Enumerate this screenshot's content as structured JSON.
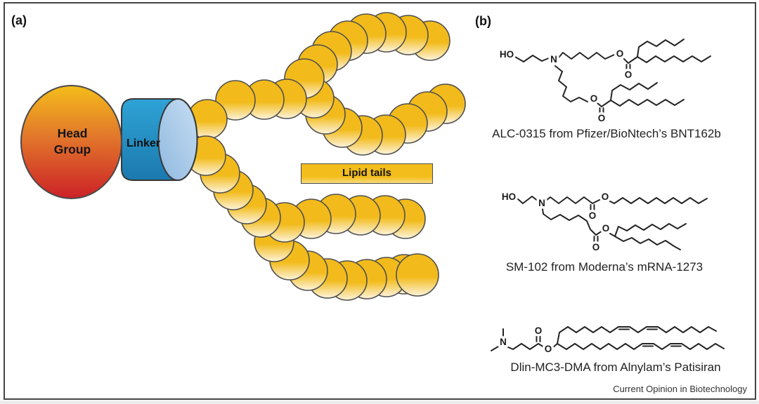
{
  "figure": {
    "panel_a": {
      "label": "(a)",
      "head_group_line1": "Head",
      "head_group_line2": "Group",
      "linker_label": "Linker",
      "lipid_tails_label": "Lipid tails"
    },
    "panel_b": {
      "label": "(b)",
      "atoms": {
        "hydroxyl": "HO",
        "nitrogen": "N",
        "oxygen": "O"
      },
      "captions": {
        "alc0315": "ALC-0315 from Pfizer/BioNtech’s BNT162b",
        "sm102": "SM-102 from Moderna’s mRNA-1273",
        "dlin_mc3_dma": "Dlin-MC3-DMA from Alnylam’s Patisiran"
      },
      "journal_credit": "Current Opinion in Biotechnology"
    },
    "colors": {
      "head_gradient_top": "#F4BD1A",
      "head_gradient_mid": "#E2772B",
      "head_gradient_bottom": "#CC2127",
      "linker_body_blue": "#2196C9",
      "linker_face_blue": "#A9CBE9",
      "tail_gold": "#F2BB1B",
      "tail_fade": "#FDF4DC",
      "outline_gray": "#4A4A4A"
    }
  }
}
